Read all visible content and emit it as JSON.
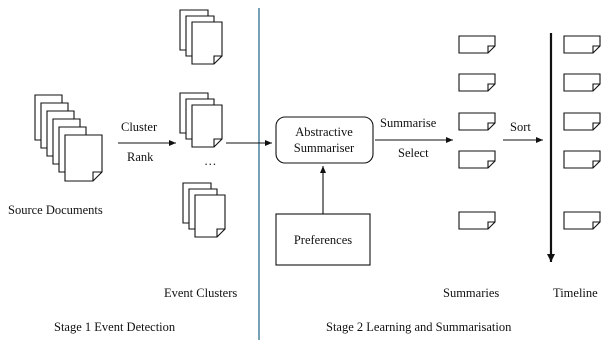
{
  "labels": {
    "source_documents": "Source Documents",
    "cluster": "Cluster",
    "rank": "Rank",
    "ellipsis": "…",
    "event_clusters": "Event Clusters",
    "abstractive_line1": "Abstractive",
    "abstractive_line2": "Summariser",
    "preferences": "Preferences",
    "summarise": "Summarise",
    "select": "Select",
    "sort": "Sort",
    "summaries": "Summaries",
    "timeline": "Timeline",
    "stage1": "Stage 1 Event Detection",
    "stage2": "Stage 2 Learning and Summarisation"
  },
  "colors": {
    "stage_divider": "#2e6f8e",
    "ink": "#111111"
  },
  "icons": [
    "document-stack-icon",
    "document-icon",
    "arrow-icon",
    "timeline-arrow-icon"
  ]
}
